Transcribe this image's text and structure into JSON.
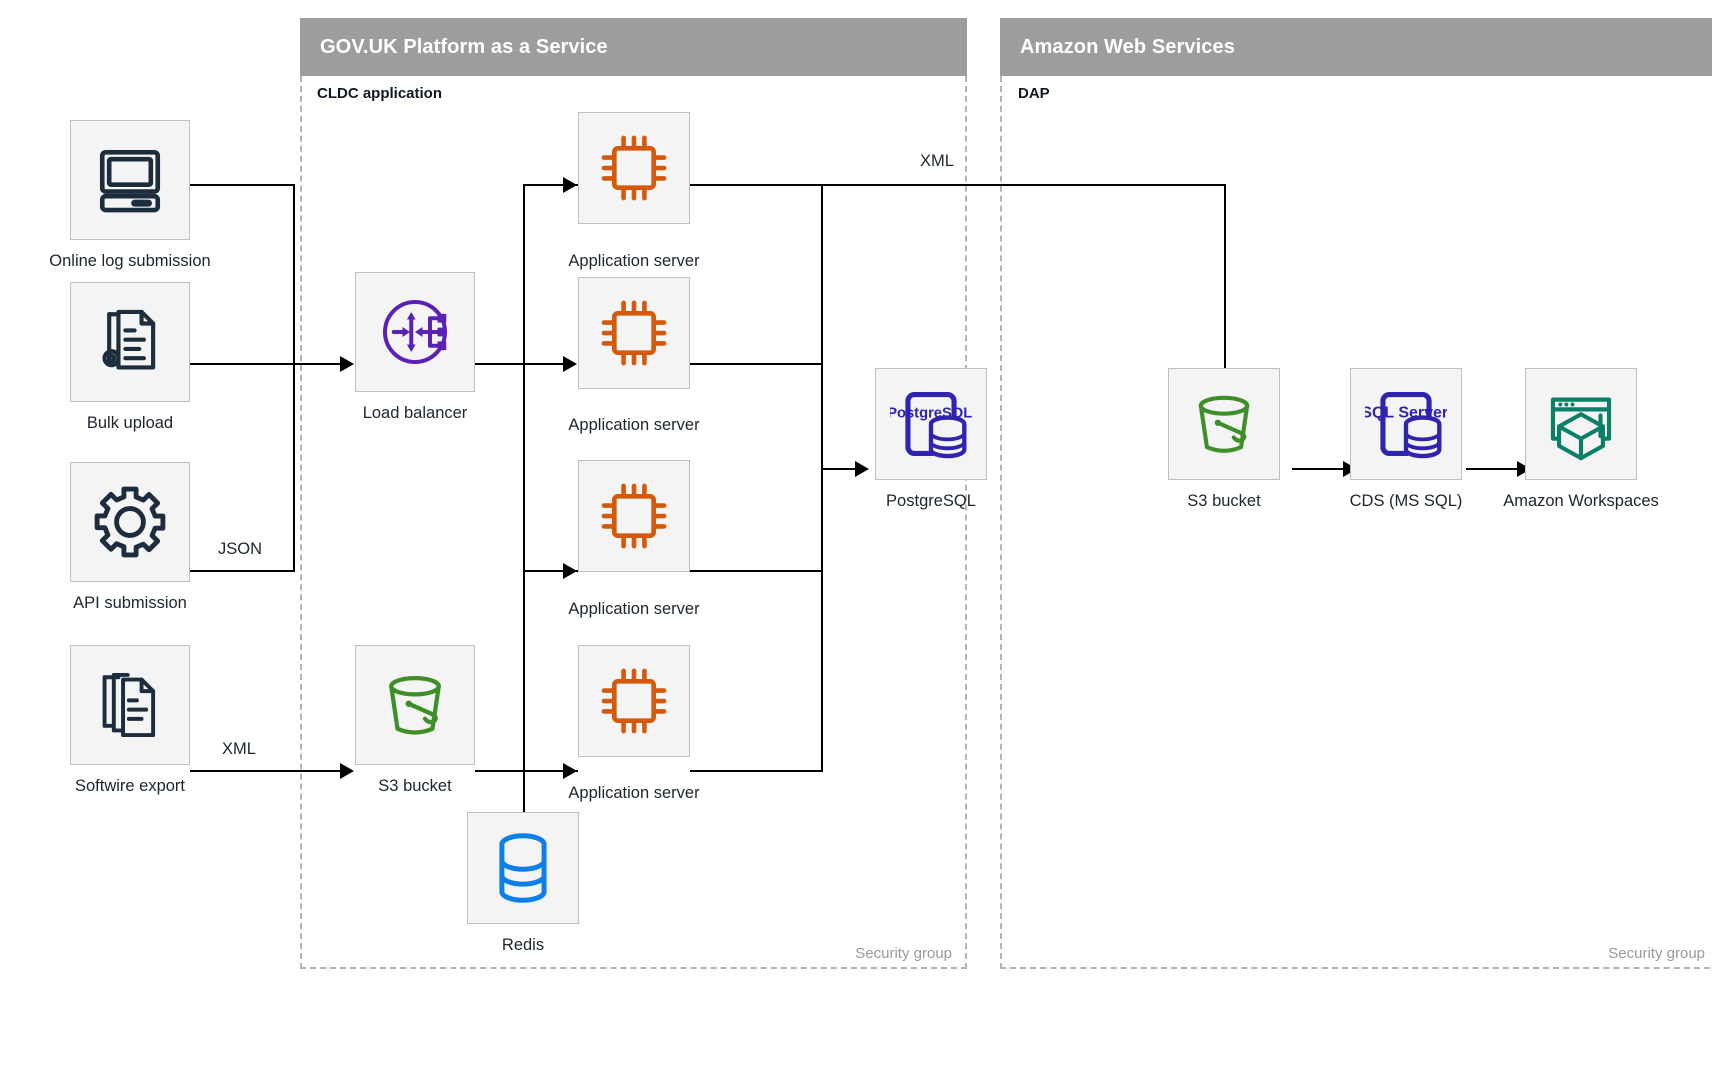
{
  "groups": [
    {
      "id": "govuk",
      "title": "GOV.UK Platform as a Service",
      "inner_label": "CLDC application",
      "security_label": "Security group"
    },
    {
      "id": "aws",
      "title": "Amazon Web Services",
      "inner_label": "DAP",
      "security_label": "Security group"
    }
  ],
  "nodes": {
    "online_log": {
      "label": "Online log submission",
      "icon": "desktop-computer-icon"
    },
    "bulk_upload": {
      "label": "Bulk upload",
      "icon": "document-gear-icon"
    },
    "api_submission": {
      "label": "API submission",
      "icon": "gear-icon"
    },
    "softwire_export": {
      "label": "Softwire export",
      "icon": "documents-stack-icon"
    },
    "load_balancer": {
      "label": "Load balancer",
      "icon": "load-balancer-icon"
    },
    "s3_bucket_paas": {
      "label": "S3 bucket",
      "icon": "s3-bucket-icon"
    },
    "app_server_1": {
      "label": "Application server",
      "icon": "cpu-chip-icon"
    },
    "app_server_2": {
      "label": "Application server",
      "icon": "cpu-chip-icon"
    },
    "app_server_3": {
      "label": "Application server",
      "icon": "cpu-chip-icon"
    },
    "app_server_4": {
      "label": "Application server",
      "icon": "cpu-chip-icon"
    },
    "postgresql": {
      "label": "PostgreSQL",
      "icon": "postgresql-icon",
      "badge": "PostgreSQL"
    },
    "redis": {
      "label": "Redis",
      "icon": "redis-database-icon"
    },
    "s3_bucket_aws": {
      "label": "S3 bucket",
      "icon": "s3-bucket-icon"
    },
    "cds": {
      "label": "CDS (MS SQL)",
      "icon": "sql-server-icon",
      "badge": "SQL Server"
    },
    "workspaces": {
      "label": "Amazon Workspaces",
      "icon": "amazon-workspaces-icon"
    }
  },
  "edge_labels": {
    "json": "JSON",
    "xml_softwire": "XML",
    "xml_to_s3": "XML"
  },
  "colors": {
    "header_bg": "#9d9d9d",
    "tile_bg": "#f4f4f4",
    "tile_border": "#bfbfbf",
    "dark_navy": "#1d2d3e",
    "orange": "#d4590a",
    "purple": "#5b21b6",
    "green": "#3f8f29",
    "blue": "#0d7fe8",
    "indigo": "#3023ae",
    "teal": "#0b8068",
    "line": "#000000",
    "muted_text": "#9a9a9a"
  }
}
